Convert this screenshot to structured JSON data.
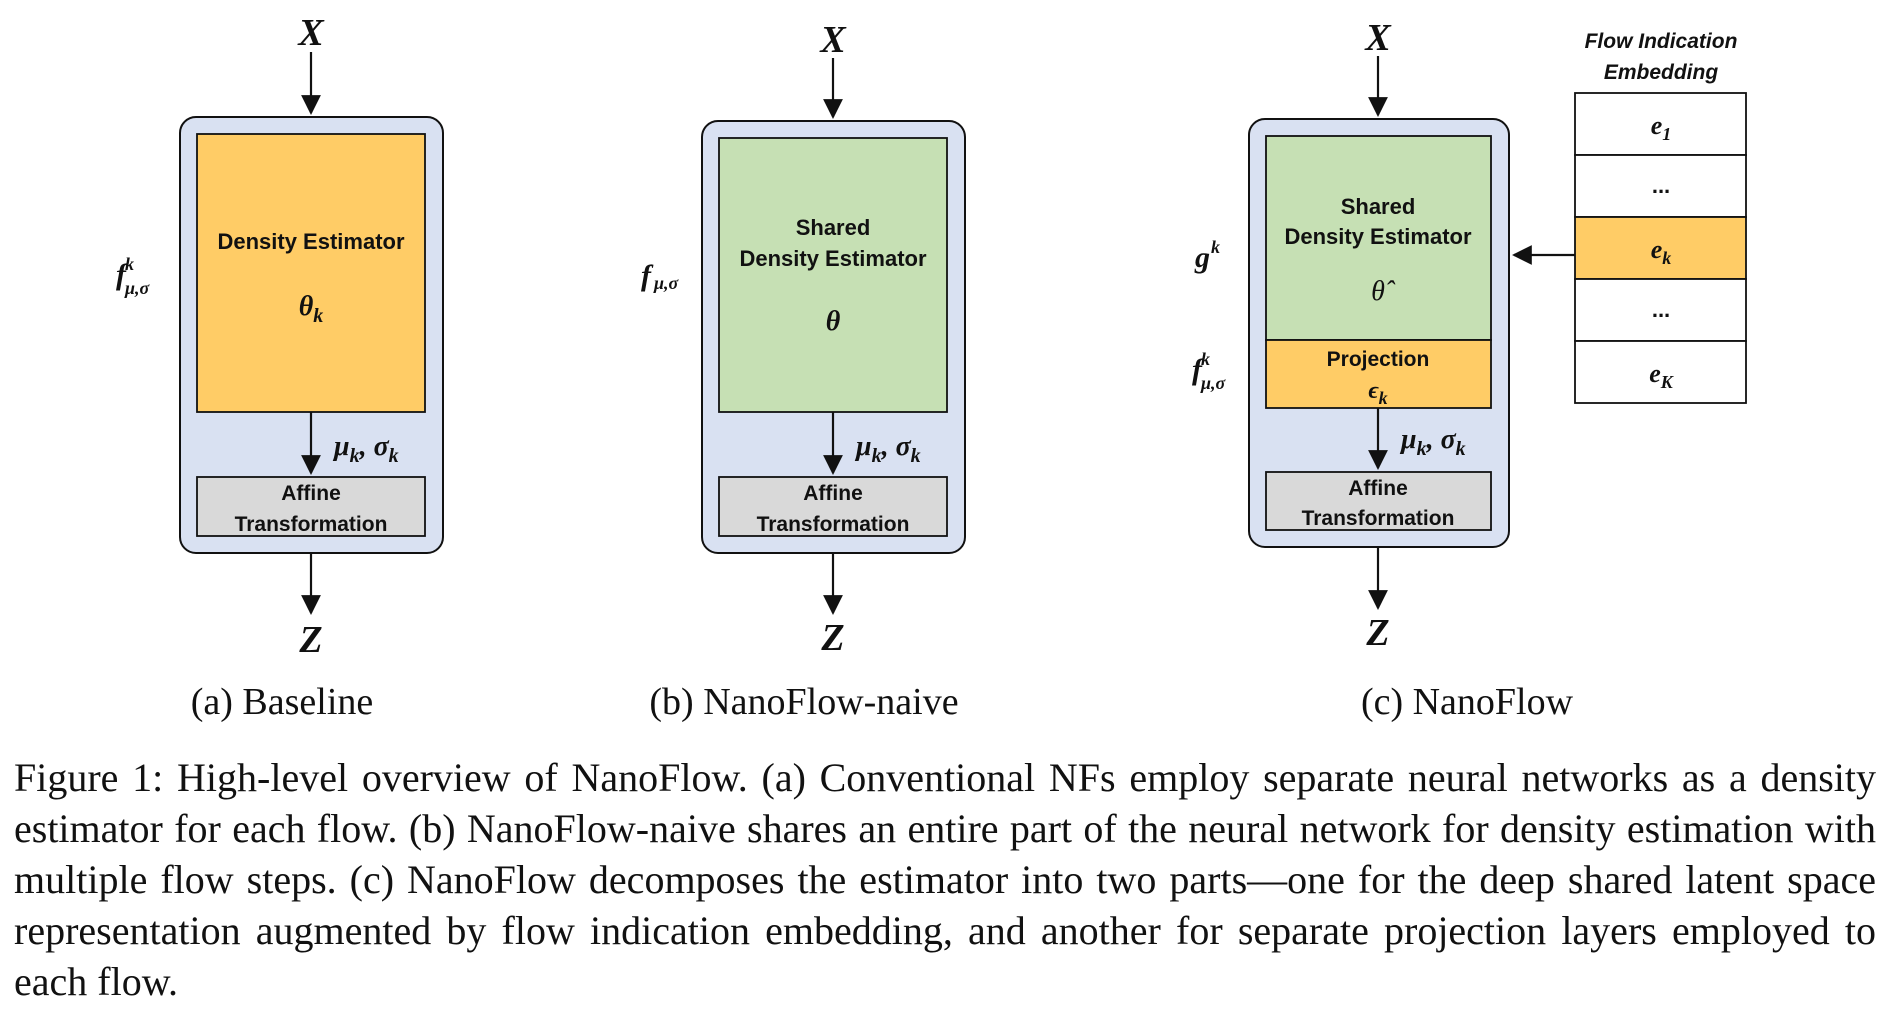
{
  "panels": {
    "a": {
      "input": "X",
      "output": "Z",
      "side_fn": "f",
      "side_fn_sup": "k",
      "side_fn_sub": "μ,σ",
      "estimator_title": "Density Estimator",
      "estimator_param": "θ",
      "estimator_param_sub": "k",
      "mid_label": "μ",
      "mid_label_sub": "k",
      "mid_label_sep": ", σ",
      "mid_label_sub2": "k",
      "affine_line1": "Affine",
      "affine_line2": "Transformation",
      "caption": "(a) Baseline"
    },
    "b": {
      "input": "X",
      "output": "Z",
      "side_fn": "f",
      "side_fn_sub": "μ,σ",
      "estimator_line1": "Shared",
      "estimator_line2": "Density Estimator",
      "estimator_param": "θ",
      "mid_label": "μ",
      "mid_label_sub": "k",
      "mid_label_sep": ", σ",
      "mid_label_sub2": "k",
      "affine_line1": "Affine",
      "affine_line2": "Transformation",
      "caption": "(b) NanoFlow-naive"
    },
    "c": {
      "input": "X",
      "output": "Z",
      "side_fn_top": "g",
      "side_fn_top_sup": "k",
      "side_fn": "f",
      "side_fn_sup": "k",
      "side_fn_sub": "μ,σ",
      "estimator_line1": "Shared",
      "estimator_line2": "Density Estimator",
      "estimator_param": "θ̂",
      "projection_label": "Projection",
      "projection_param": "ϵ",
      "projection_param_sub": "k",
      "mid_label": "μ",
      "mid_label_sub": "k",
      "mid_label_sep": ", σ",
      "mid_label_sub2": "k",
      "affine_line1": "Affine",
      "affine_line2": "Transformation",
      "embedding_title_line1": "Flow Indication",
      "embedding_title_line2": "Embedding",
      "embedding_rows": [
        {
          "base": "e",
          "sub": "1",
          "highlight": false
        },
        {
          "base": "...",
          "sub": "",
          "highlight": false
        },
        {
          "base": "e",
          "sub": "k",
          "highlight": true
        },
        {
          "base": "...",
          "sub": "",
          "highlight": false
        },
        {
          "base": "e",
          "sub": "K",
          "highlight": false
        }
      ],
      "caption": "(c) NanoFlow"
    }
  },
  "colors": {
    "outer_box": "#d9e1f2",
    "orange": "#ffcc66",
    "green": "#c6e0b4",
    "gray": "#d9d9d9"
  },
  "caption": "Figure 1: High-level overview of NanoFlow. (a) Conventional NFs employ separate neural networks as a density estimator for each flow. (b) NanoFlow-naive shares an entire part of the neural network for density estimation with multiple flow steps. (c) NanoFlow decomposes the estimator into two parts—one for the deep shared latent space representation augmented by flow indication embedding, and another for separate projection layers employed to each flow."
}
